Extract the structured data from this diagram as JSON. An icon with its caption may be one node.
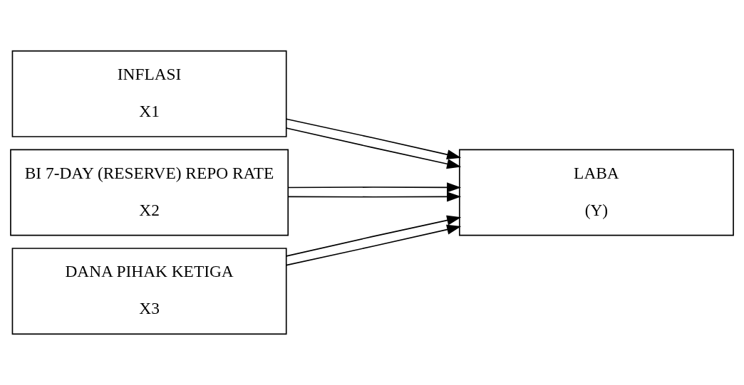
{
  "diagram": {
    "nodes": [
      {
        "text": [
          "INFLASI",
          "X1"
        ]
      },
      {
        "text": [
          "BI 7-DAY (RESERVE) REPO RATE",
          "X2"
        ]
      },
      {
        "text": [
          "DANA PIHAK KETIGA",
          "X3"
        ]
      },
      {
        "text": [
          "LABA",
          "(Y)"
        ]
      }
    ],
    "edges": [
      {
        "from": 0,
        "to": 3,
        "arrow": "to"
      },
      {
        "from": 1,
        "to": 3,
        "arrow": "to"
      },
      {
        "from": 2,
        "to": 3,
        "arrow": "to"
      },
      {
        "from": 0,
        "to": 3,
        "arrow": "to"
      },
      {
        "from": 1,
        "to": 3,
        "arrow": "to"
      },
      {
        "from": 2,
        "to": 3,
        "arrow": "to"
      }
    ]
  }
}
